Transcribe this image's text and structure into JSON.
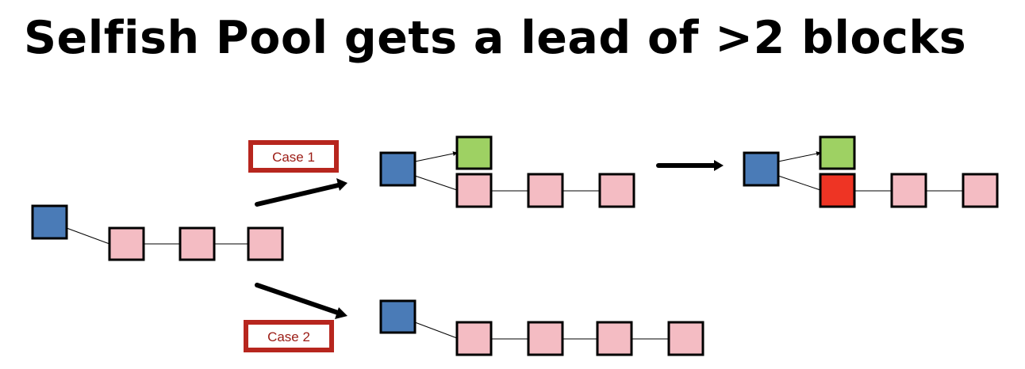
{
  "title": "Selfish Pool gets a lead of >2 blocks",
  "cases": [
    {
      "label": "Case 1"
    },
    {
      "label": "Case 2"
    }
  ],
  "colors": {
    "honest_block": "#4a7bb7",
    "selfish_block": "#f4bcc3",
    "published_honest_block": "#9ed163",
    "orphaned_block": "#ee3424",
    "case_border": "#b7261e",
    "case_text": "#9b1b14",
    "ink": "#000000"
  }
}
